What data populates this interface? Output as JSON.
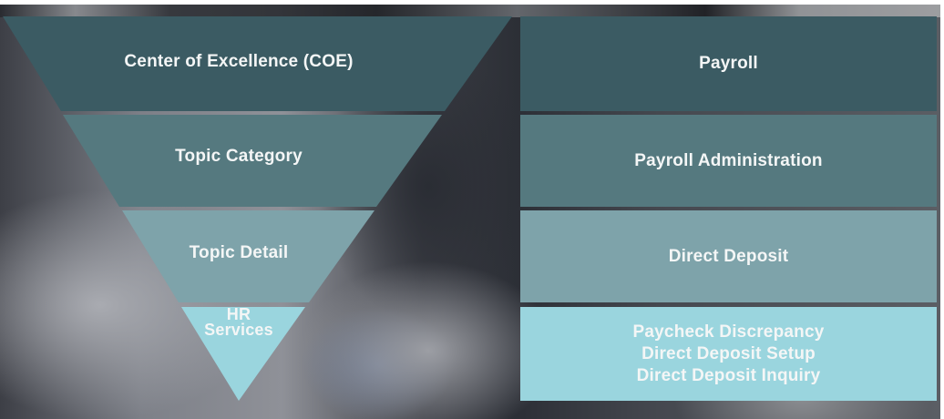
{
  "funnel": {
    "levels": [
      {
        "label": "Center of Excellence (COE)",
        "color": "#3b5b63"
      },
      {
        "label": "Topic Category",
        "color": "#55797f"
      },
      {
        "label": "Topic Detail",
        "color": "#7ea3aa"
      },
      {
        "label_line1": "HR",
        "label_line2": "Services",
        "color": "#9ad5de"
      }
    ]
  },
  "examples": {
    "levels": [
      {
        "label": "Payroll",
        "color": "#3b5b63"
      },
      {
        "label": "Payroll Administration",
        "color": "#55797f"
      },
      {
        "label": "Direct Deposit",
        "color": "#7ea3aa"
      },
      {
        "items": [
          "Paycheck Discrepancy",
          "Direct Deposit Setup",
          "Direct Deposit Inquiry"
        ],
        "color": "#9ad5de"
      }
    ]
  }
}
